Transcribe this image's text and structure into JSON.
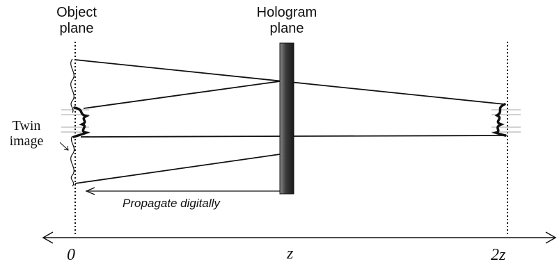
{
  "labels": {
    "object_plane": [
      "Object",
      "plane"
    ],
    "hologram_plane": [
      "Hologram",
      "plane"
    ],
    "twin_image": [
      "Twin",
      "image"
    ],
    "propagate": "Propagate digitally",
    "axis_ticks": [
      "0",
      "z",
      "2z"
    ]
  },
  "colors": {
    "ink": "#111111",
    "hologram_dark": "#3a3a3a",
    "hologram_light": "#8a8a8a",
    "ref_lines": "#b8b8b8"
  },
  "icons": {
    "axis_arrows": "double-headed-arrow",
    "propagate_arrow": "left-arrow"
  }
}
